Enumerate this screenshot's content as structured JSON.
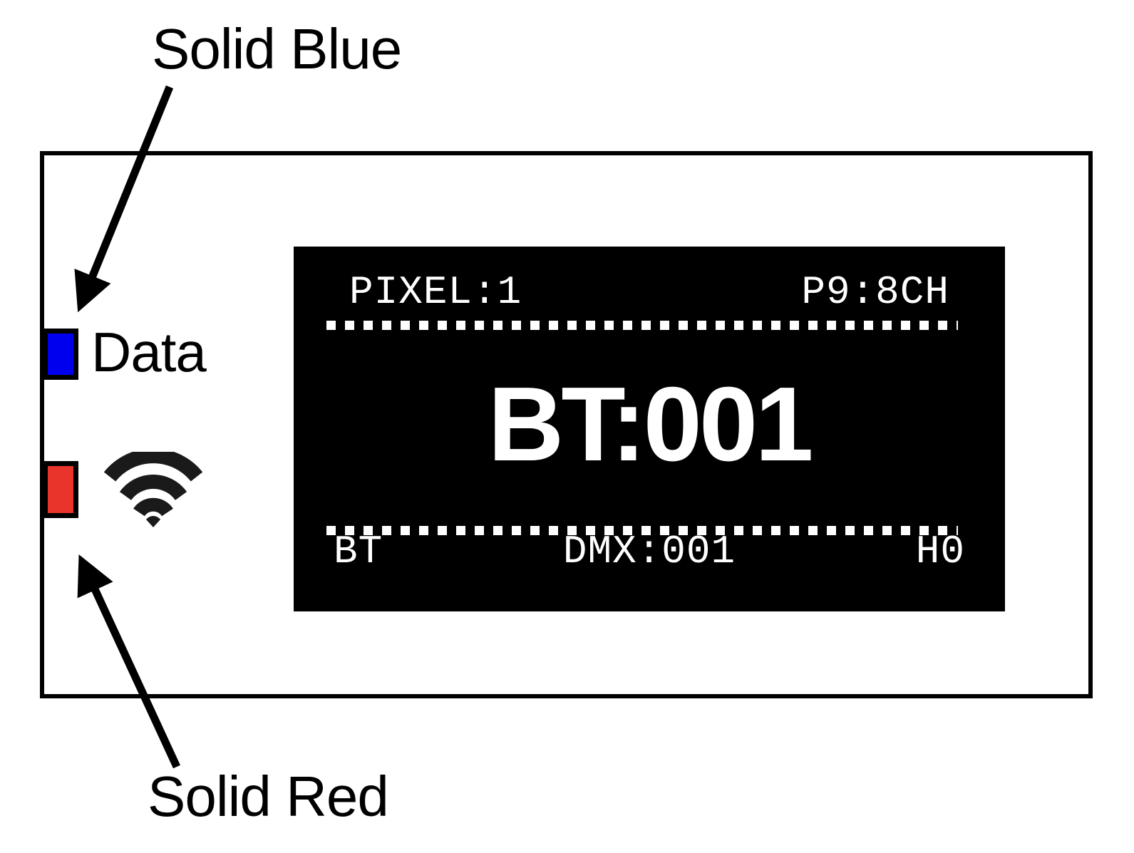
{
  "diagram": {
    "callouts": [
      {
        "id": "solid-blue",
        "text": "Solid Blue",
        "target": "data-led",
        "color": "#0000EE"
      },
      {
        "id": "solid-red",
        "text": "Solid Red",
        "target": "wireless-led",
        "color": "#E8342A"
      }
    ]
  },
  "device": {
    "indicators": [
      {
        "id": "data-led",
        "label": "Data",
        "color": "#0000EE",
        "state": "solid",
        "icon": "led-square-icon"
      },
      {
        "id": "wireless-led",
        "label": "",
        "color": "#E8342A",
        "state": "solid",
        "icon": "wifi-icon"
      }
    ]
  },
  "lcd": {
    "top_left": "PIXEL:1",
    "top_right": "P9:8CH",
    "main_value": "BT:001",
    "bottom_left": "BT",
    "bottom_center": "DMX:001",
    "bottom_right": "H0",
    "background": "#000000",
    "foreground": "#ffffff"
  }
}
